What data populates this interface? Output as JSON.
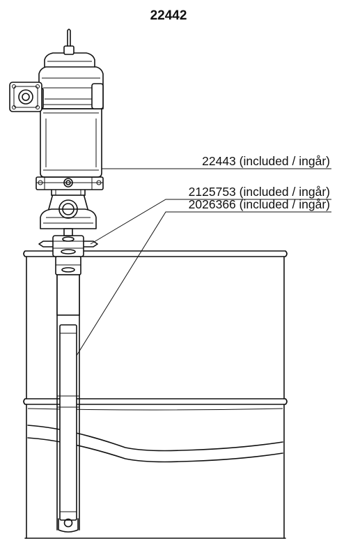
{
  "diagram": {
    "title": "22442",
    "callouts": [
      {
        "part": "22443",
        "note": "(included / ingår)",
        "text": "22443 (included / ingår)"
      },
      {
        "part": "2125753",
        "note": "(included / ingår)",
        "text": "2125753 (included / ingår)"
      },
      {
        "part": "2026366",
        "note": "(included / ingår)",
        "text": "2026366 (included / ingår)"
      }
    ]
  }
}
